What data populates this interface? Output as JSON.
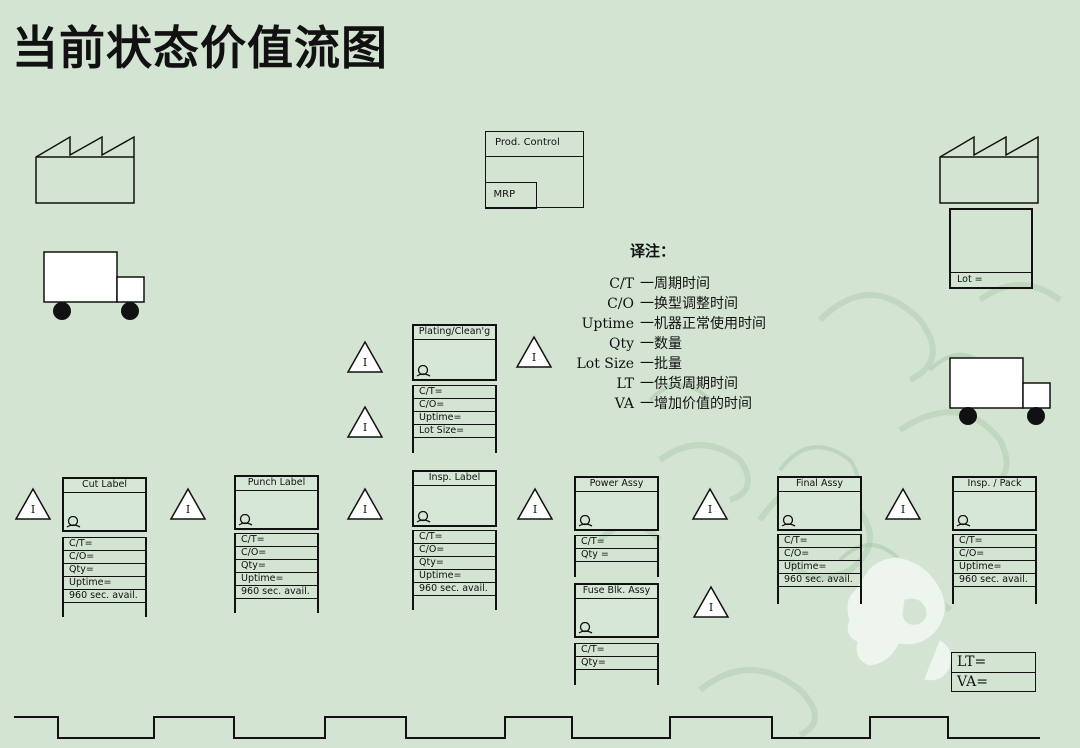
{
  "page": {
    "title": "当前状态价值流图"
  },
  "production_control": {
    "title": "Prod. Control",
    "mrp_label": "MRP"
  },
  "legend": {
    "title": "译注：",
    "items": [
      {
        "key": "C/T",
        "desc": "一周期时间"
      },
      {
        "key": "C/O",
        "desc": "一换型调整时间"
      },
      {
        "key": "Uptime",
        "desc": "一机器正常使用时间"
      },
      {
        "key": "Qty",
        "desc": "一数量"
      },
      {
        "key": "Lot Size",
        "desc": "一批量"
      },
      {
        "key": "LT",
        "desc": "一供货周期时间"
      },
      {
        "key": "VA",
        "desc": "一增加价值的时间"
      }
    ]
  },
  "inventory_label": "I",
  "customer_lot_label": "Lot =",
  "processes": {
    "cut_label": {
      "name": "Cut Label",
      "rows": [
        "C/T=",
        "C/O=",
        "Qty=",
        "Uptime=",
        "960 sec. avail."
      ]
    },
    "punch_label": {
      "name": "Punch Label",
      "rows": [
        "C/T=",
        "C/O=",
        "Qty=",
        "Uptime=",
        "960 sec. avail."
      ]
    },
    "plating": {
      "name": "Plating/Clean'g",
      "rows": [
        "C/T=",
        "C/O=",
        "Uptime=",
        "Lot Size="
      ]
    },
    "insp_label": {
      "name": "Insp. Label",
      "rows": [
        "C/T=",
        "C/O=",
        "Qty=",
        "Uptime=",
        "960 sec. avail."
      ]
    },
    "power_assy": {
      "name": "Power Assy",
      "rows": [
        "C/T=",
        "Qty ="
      ]
    },
    "fuse_blk_assy": {
      "name": "Fuse Blk. Assy",
      "rows": [
        "C/T=",
        "Qty="
      ]
    },
    "final_assy": {
      "name": "Final Assy",
      "rows": [
        "C/T=",
        "C/O=",
        "Uptime=",
        "960 sec. avail."
      ]
    },
    "insp_pack": {
      "name": "Insp. / Pack",
      "rows": [
        "C/T=",
        "C/O=",
        "Uptime=",
        "960 sec. avail."
      ]
    }
  },
  "timeline": {
    "lt_label": "LT=",
    "va_label": "VA="
  },
  "colors": {
    "background": "#d3e4d3",
    "decor": "#9ebf9e",
    "line": "#111111"
  },
  "icons": [
    "factory-icon",
    "truck-icon",
    "inventory-triangle-icon",
    "operator-icon",
    "dragon-decoration"
  ]
}
